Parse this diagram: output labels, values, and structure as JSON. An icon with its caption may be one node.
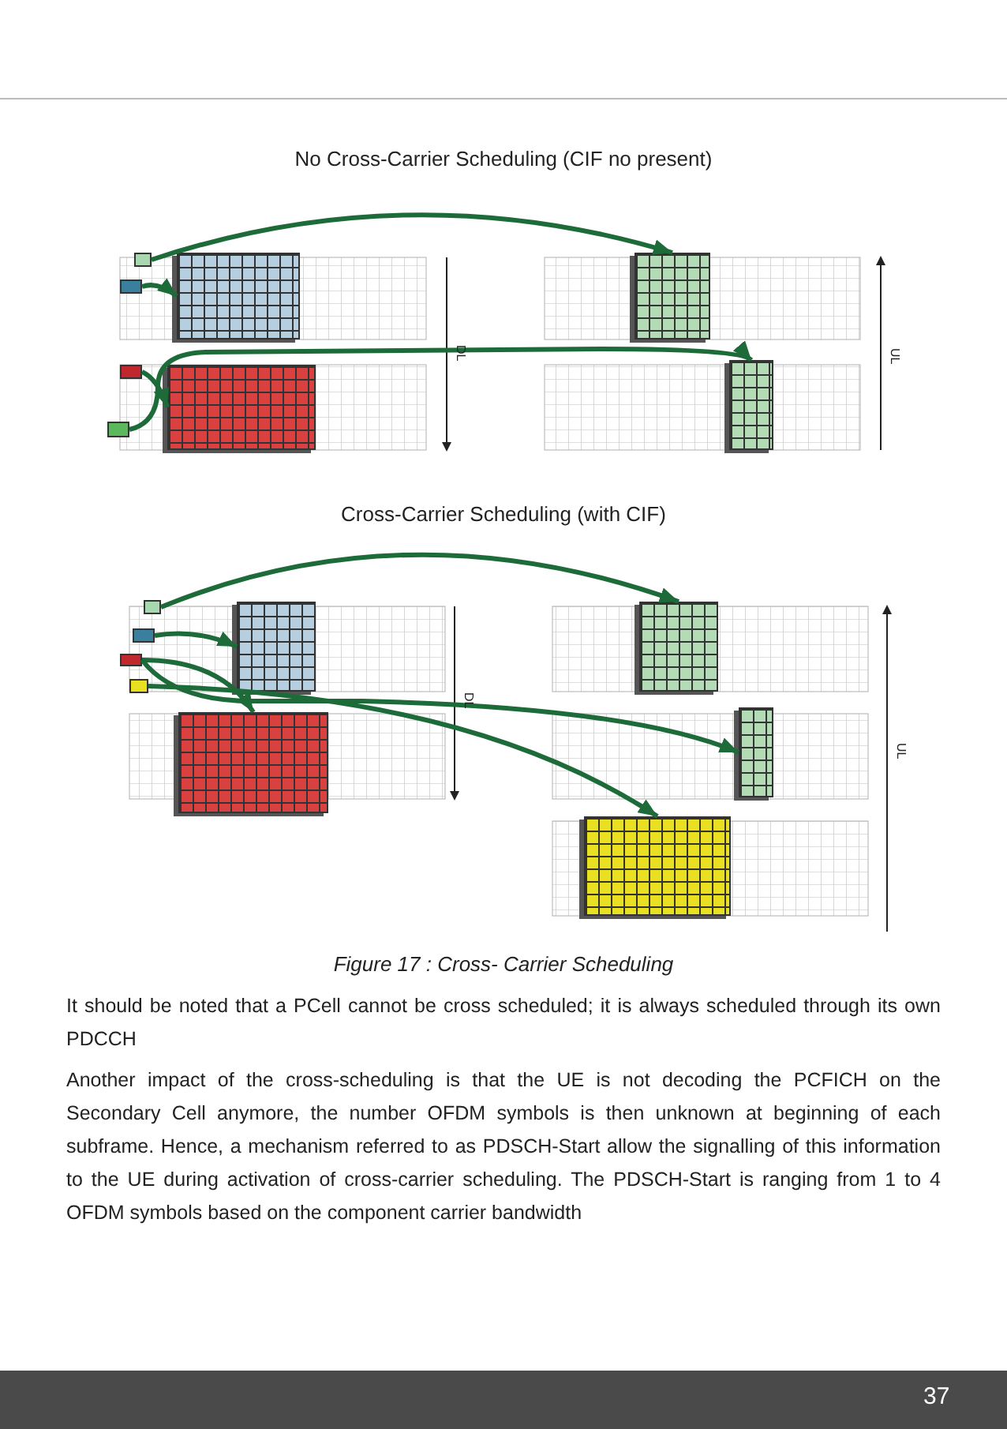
{
  "diagram": {
    "caption": "Figure 17 : Cross- Carrier Scheduling",
    "nodes": [
      {
        "text": [],
        "shape": "box"
      },
      {
        "text": [],
        "shape": "box"
      },
      {
        "text": [],
        "shape": "box"
      },
      {
        "text": [],
        "shape": "box"
      },
      {
        "text": [],
        "shape": "box"
      },
      {
        "text": [],
        "shape": "box"
      },
      {
        "text": [],
        "shape": "box"
      },
      {
        "text": [],
        "shape": "box"
      },
      {
        "text": [],
        "shape": "box"
      },
      {
        "text": [],
        "shape": "box"
      },
      {
        "text": [],
        "shape": "box"
      },
      {
        "text": [],
        "shape": "box"
      },
      {
        "text": [],
        "shape": "box"
      },
      {
        "text": [],
        "shape": "box"
      },
      {
        "text": [],
        "shape": "box"
      },
      {
        "text": [],
        "shape": "box"
      },
      {
        "text": [],
        "shape": "box"
      }
    ],
    "edges": [
      {
        "from": 0,
        "to": 6,
        "arrow": "to"
      },
      {
        "from": 1,
        "to": 2,
        "arrow": "to"
      },
      {
        "from": 3,
        "to": 4,
        "arrow": "to"
      },
      {
        "from": 5,
        "to": 7,
        "arrow": "to"
      },
      {
        "from": 8,
        "to": 14,
        "arrow": "to"
      },
      {
        "from": 9,
        "to": 12,
        "arrow": "to"
      },
      {
        "from": 10,
        "to": 13,
        "arrow": "to"
      },
      {
        "from": 10,
        "to": 15,
        "arrow": "to"
      },
      {
        "from": 11,
        "to": 16,
        "arrow": "to"
      }
    ],
    "labels": [
      "No Cross-Carrier Scheduling (CIF no present)",
      "DL",
      "UL",
      "Cross-Carrier Scheduling (with CIF)",
      "DL",
      "UL",
      "It should be noted that a PCell cannot be cross scheduled; it is always scheduled through its own PDCCH",
      "Another impact of the cross-scheduling is that the UE is not decoding the PCFICH on the Secondary Cell anymore, the number OFDM symbols is then unknown at beginning of each subframe. Hence, a mechanism referred to as PDSCH-Start allow the signalling of this information to the UE during activation of cross-carrier scheduling. The PDSCH-Start is ranging from 1 to 4 OFDM symbols based on the component carrier bandwidth",
      "37"
    ]
  }
}
